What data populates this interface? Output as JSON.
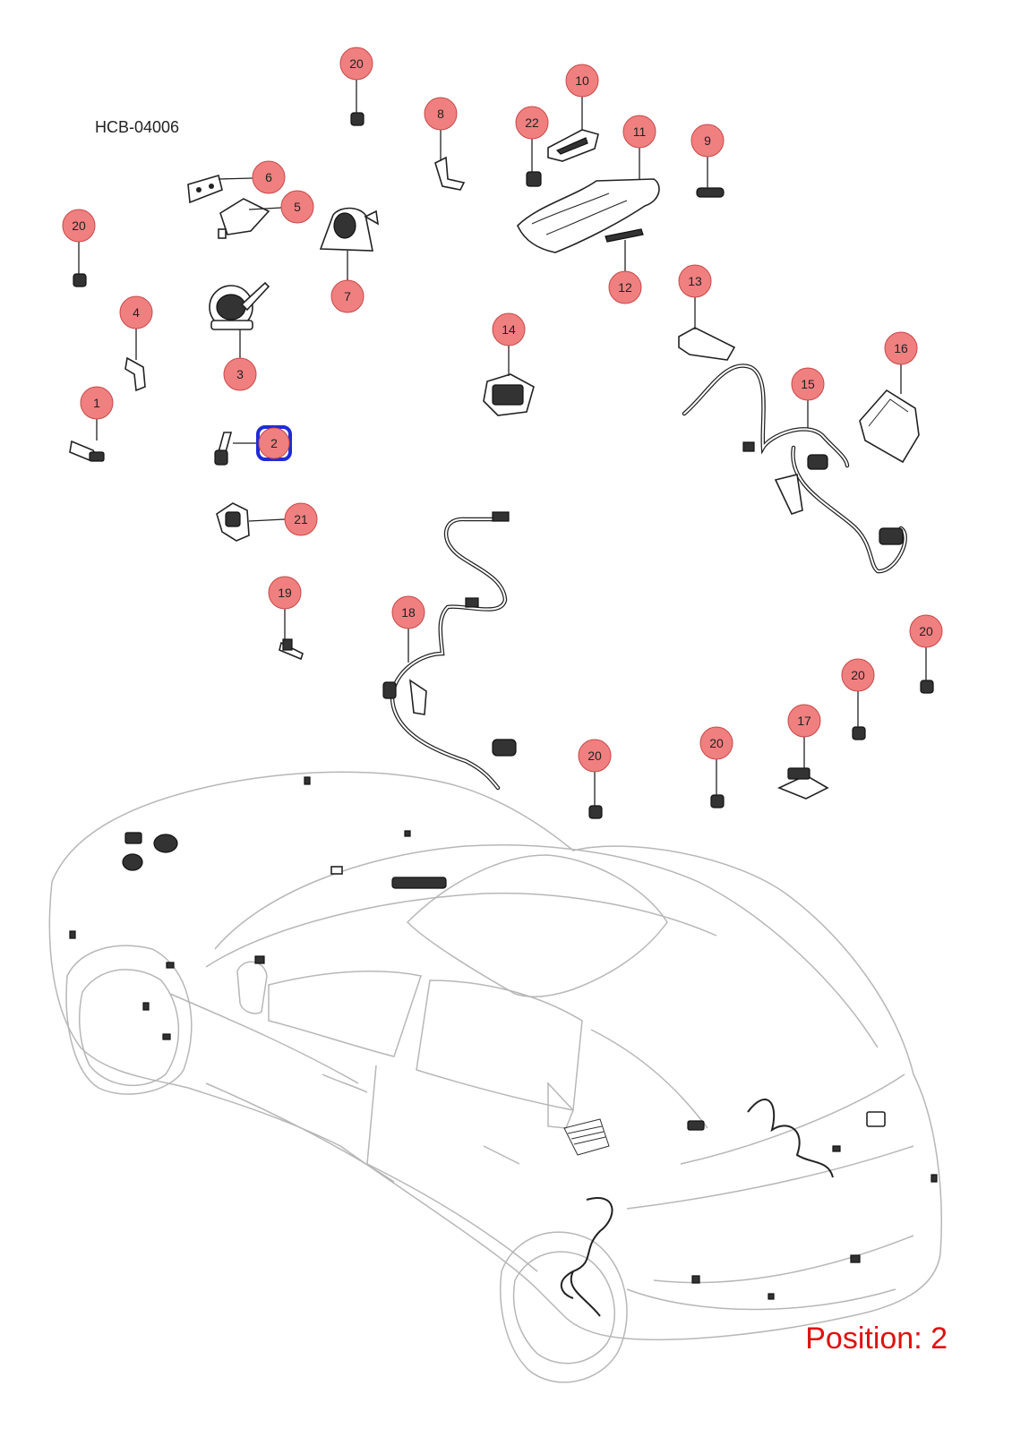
{
  "diagram": {
    "code": "HCB-04006",
    "position_label": "Position: 2",
    "selected_callout": "2",
    "colors": {
      "callout_fill": "#f08080",
      "callout_stroke": "#c84848",
      "selection": "#1f2bd6",
      "position_text": "#e01010"
    },
    "callouts": [
      {
        "id": "c1",
        "label": "1"
      },
      {
        "id": "c2",
        "label": "2"
      },
      {
        "id": "c3",
        "label": "3"
      },
      {
        "id": "c4",
        "label": "4"
      },
      {
        "id": "c5",
        "label": "5"
      },
      {
        "id": "c6",
        "label": "6"
      },
      {
        "id": "c7",
        "label": "7"
      },
      {
        "id": "c8",
        "label": "8"
      },
      {
        "id": "c9",
        "label": "9"
      },
      {
        "id": "c10",
        "label": "10"
      },
      {
        "id": "c11",
        "label": "11"
      },
      {
        "id": "c12",
        "label": "12"
      },
      {
        "id": "c13",
        "label": "13"
      },
      {
        "id": "c14",
        "label": "14"
      },
      {
        "id": "c15",
        "label": "15"
      },
      {
        "id": "c16",
        "label": "16"
      },
      {
        "id": "c17",
        "label": "17"
      },
      {
        "id": "c18",
        "label": "18"
      },
      {
        "id": "c19",
        "label": "19"
      },
      {
        "id": "c20a",
        "label": "20"
      },
      {
        "id": "c20b",
        "label": "20"
      },
      {
        "id": "c20c",
        "label": "20"
      },
      {
        "id": "c20d",
        "label": "20"
      },
      {
        "id": "c20e",
        "label": "20"
      },
      {
        "id": "c20f",
        "label": "20"
      },
      {
        "id": "c21",
        "label": "21"
      },
      {
        "id": "c22",
        "label": "22"
      }
    ]
  }
}
